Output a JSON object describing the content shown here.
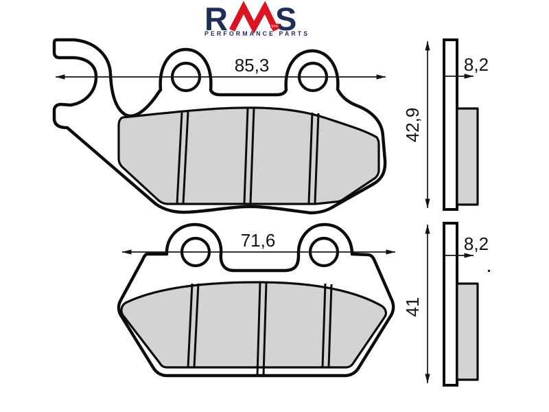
{
  "brand": {
    "name": "RMS",
    "letter_r": "R",
    "letter_m": "M",
    "letter_s": "S",
    "badge": "SPA",
    "tagline": "PERFORMANCE PARTS",
    "navy": "#1f2d59",
    "red": "#dc1421"
  },
  "drawing": {
    "outline_color": "#0c0c0c",
    "friction_fill": "#d2d4d1",
    "dimension_color": "#141414",
    "front_pad": {
      "width_dim": "85,3",
      "height_dim": "42,9",
      "thickness_dim": "8,2"
    },
    "rear_pad": {
      "width_dim": "71,6",
      "height_dim": "41",
      "thickness_dim": "8,2"
    }
  }
}
